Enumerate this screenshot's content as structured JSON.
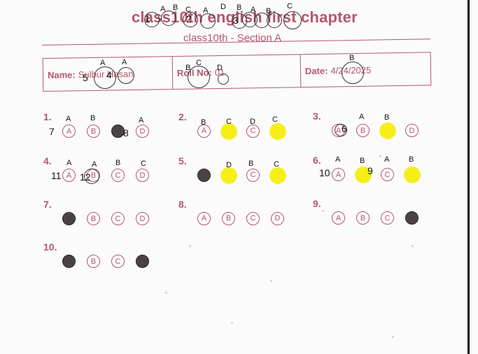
{
  "sheet": {
    "title": "class10th english first chapter",
    "subtitle": "class10th - Section A",
    "name_label": "Name:",
    "name_value": "Sulbur Hasan",
    "roll_label": "Roll No:",
    "roll_value": "01",
    "date_label": "Date:",
    "date_value": "4/24/2025"
  },
  "colors": {
    "ink": "#b5566e",
    "filled": "#4a4346",
    "highlight": "#f6ef16"
  },
  "questions": [
    {
      "label": "1.",
      "filled": "C"
    },
    {
      "label": "2.",
      "filled": null
    },
    {
      "label": "3.",
      "filled": null
    },
    {
      "label": "4.",
      "filled": null
    },
    {
      "label": "5.",
      "filled": "A"
    },
    {
      "label": "6.",
      "filled": null
    },
    {
      "label": "7.",
      "filled": "A"
    },
    {
      "label": "8.",
      "filled": null
    },
    {
      "label": "9.",
      "filled": "D"
    },
    {
      "label": "10.",
      "filled": "A,D"
    }
  ],
  "options": [
    "A",
    "B",
    "C",
    "D"
  ],
  "overlay": {
    "highlighted_bubbles": [
      "2-B",
      "2-D",
      "3-C",
      "5-B",
      "5-D",
      "6-B",
      "6-D"
    ],
    "annotation_labels": {
      "title": [
        "A",
        "B",
        "C",
        "A",
        "D",
        "B",
        "A",
        "B",
        "C"
      ],
      "info": [
        "A",
        "A",
        "B",
        "C",
        "D",
        "B"
      ],
      "grid": [
        "A",
        "B",
        "A",
        "B",
        "C",
        "D",
        "C",
        "A",
        "B",
        "A",
        "A",
        "B",
        "C",
        "D",
        "B",
        "C",
        "A",
        "B",
        "A",
        "B"
      ]
    },
    "annotation_numbers": [
      "1",
      "2",
      "3",
      "4",
      "5",
      "6",
      "7",
      "8",
      "9",
      "10",
      "11",
      "12"
    ]
  }
}
